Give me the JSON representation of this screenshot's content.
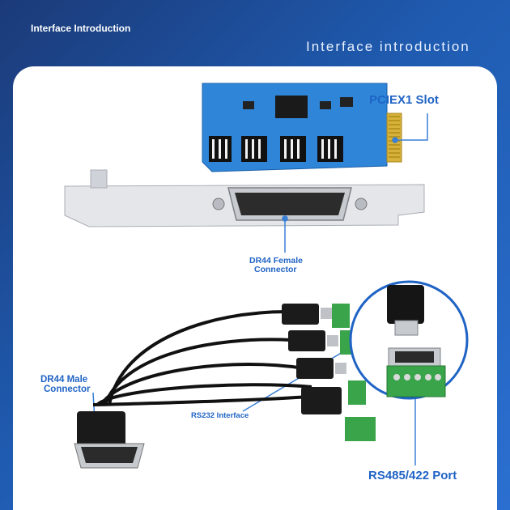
{
  "header": {
    "title": "Interface Introduction",
    "subtitle": "Interface introduction"
  },
  "labels": {
    "pcie_slot": "PCIEX1 Slot",
    "female_connector_line1": "DR44 Female",
    "female_connector_line2": "Connector",
    "male_connector_line1": "DR44 Male",
    "male_connector_line2": "Connector",
    "rs232_interface": "RS232 Interface",
    "rs485_port": "RS485/422 Port"
  },
  "colors": {
    "background": "#1f5bb0",
    "panel": "#ffffff",
    "label_blue": "#1f63c5",
    "pcb_blue": "#2f86d8",
    "callout_line": "#3a7fd6"
  },
  "icons": {
    "pcie_card": "pcie-card-illustration",
    "cable": "breakout-cable-illustration",
    "zoom_circle": "connector-zoom-circle"
  }
}
